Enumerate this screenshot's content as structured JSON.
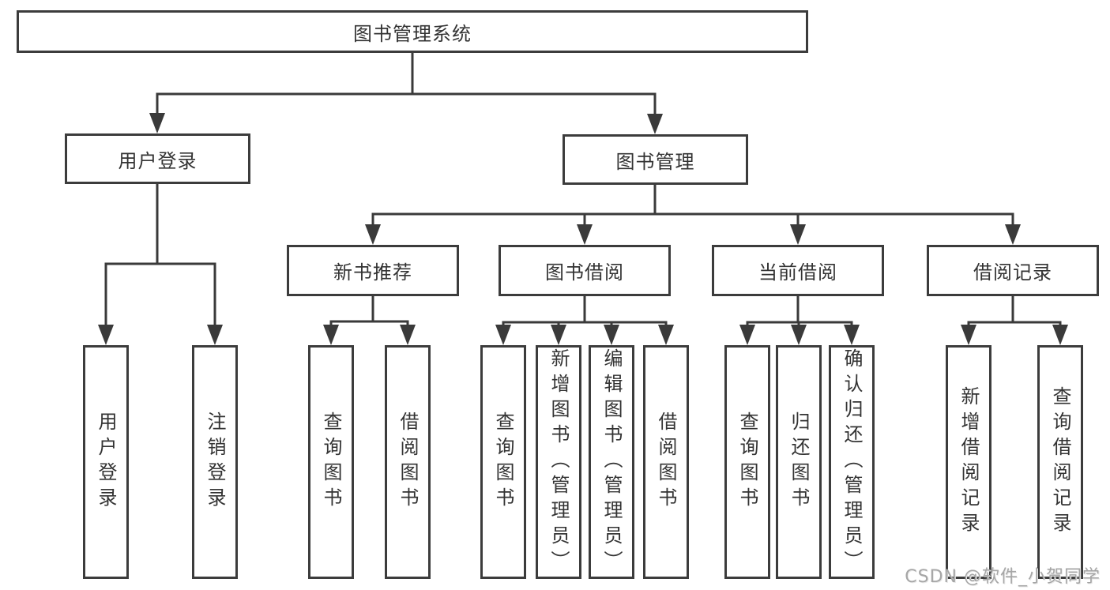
{
  "diagram": {
    "title": "图书管理系统",
    "branches": [
      {
        "label": "用户登录",
        "children": [
          {
            "label": "用户登录"
          },
          {
            "label": "注销登录"
          }
        ]
      },
      {
        "label": "图书管理",
        "sections": [
          {
            "label": "新书推荐",
            "children": [
              {
                "label": "查询图书"
              },
              {
                "label": "借阅图书"
              }
            ]
          },
          {
            "label": "图书借阅",
            "children": [
              {
                "label": "查询图书"
              },
              {
                "label": "新增图书（管理员）"
              },
              {
                "label": "编辑图书（管理员）"
              },
              {
                "label": "借阅图书"
              }
            ]
          },
          {
            "label": "当前借阅",
            "children": [
              {
                "label": "查询图书"
              },
              {
                "label": "归还图书"
              },
              {
                "label": "确认归还（管理员）"
              }
            ]
          },
          {
            "label": "借阅记录",
            "children": [
              {
                "label": "新增借阅记录"
              },
              {
                "label": "查询借阅记录"
              }
            ]
          }
        ]
      }
    ]
  },
  "watermark": {
    "text": "CSDN @软件_小贺同学"
  },
  "colors": {
    "line": "#3a3a3a",
    "box_border": "#3c3c3c",
    "text": "#333333",
    "watermark": "#a6a6a6",
    "background": "#ffffff"
  }
}
